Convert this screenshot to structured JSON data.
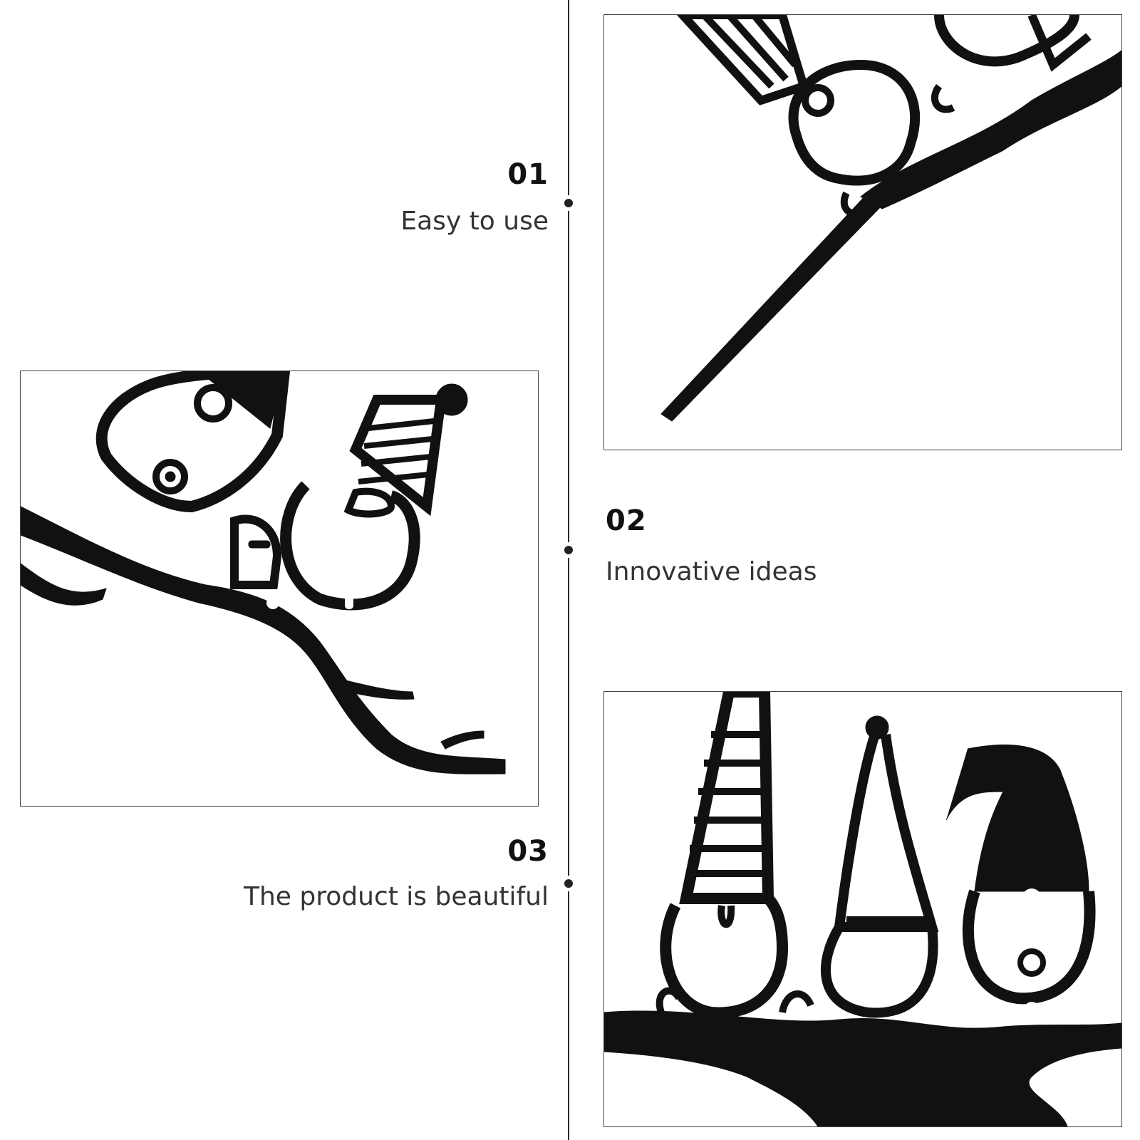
{
  "features": [
    {
      "number": "01",
      "caption": "Easy to use"
    },
    {
      "number": "02",
      "caption": "Innovative ideas"
    },
    {
      "number": "03",
      "caption": "The product is beautiful"
    }
  ],
  "images": {
    "panel_1": "metal-gnome-stake-closeup",
    "panel_2": "gnome-on-branch-silhouette",
    "panel_3": "three-gnomes-silhouette"
  },
  "colors": {
    "background": "#ffffff",
    "metal": "#111111",
    "line": "#2a2a2a"
  }
}
